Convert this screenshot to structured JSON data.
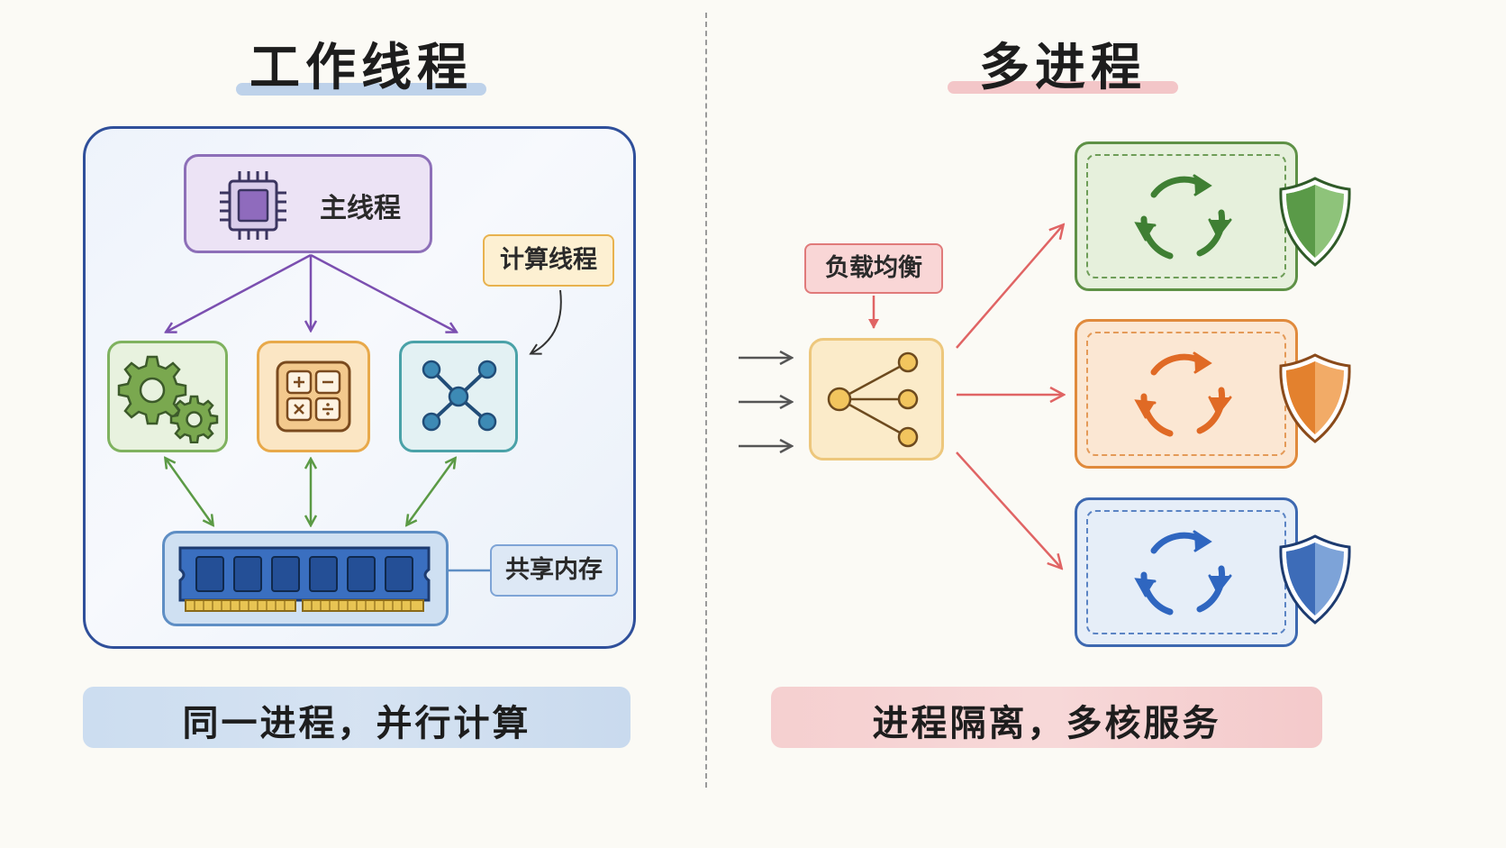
{
  "left": {
    "title": "工作线程",
    "main_thread_label": "主线程",
    "compute_thread_label": "计算线程",
    "shared_memory_label": "共享内存",
    "caption": "同一进程，并行计算"
  },
  "right": {
    "title": "多进程",
    "load_balancer_label": "负载均衡",
    "caption": "进程隔离，多核服务"
  },
  "colors": {
    "panel_border": "#2f4f9a",
    "main_thread": "#7a5aa8",
    "arrows_main": "#7b4fb0",
    "arrows_memory": "#5b9a45",
    "gear_box": "#6aa84f",
    "calc_box": "#e6a441",
    "network_box": "#3f9aa0",
    "load_balancer": "#e87878",
    "process_green": "#4e8f3f",
    "process_orange": "#e07b30",
    "process_blue": "#3a6fc4"
  },
  "icons": {
    "main_thread": "cpu-chip-icon",
    "worker_1": "gears-icon",
    "worker_2": "calculator-icon",
    "worker_3": "network-node-icon",
    "memory": "ram-module-icon",
    "load_balancer": "share-hub-icon",
    "process": "cycle-arrows-icon",
    "isolation": "shield-icon"
  }
}
